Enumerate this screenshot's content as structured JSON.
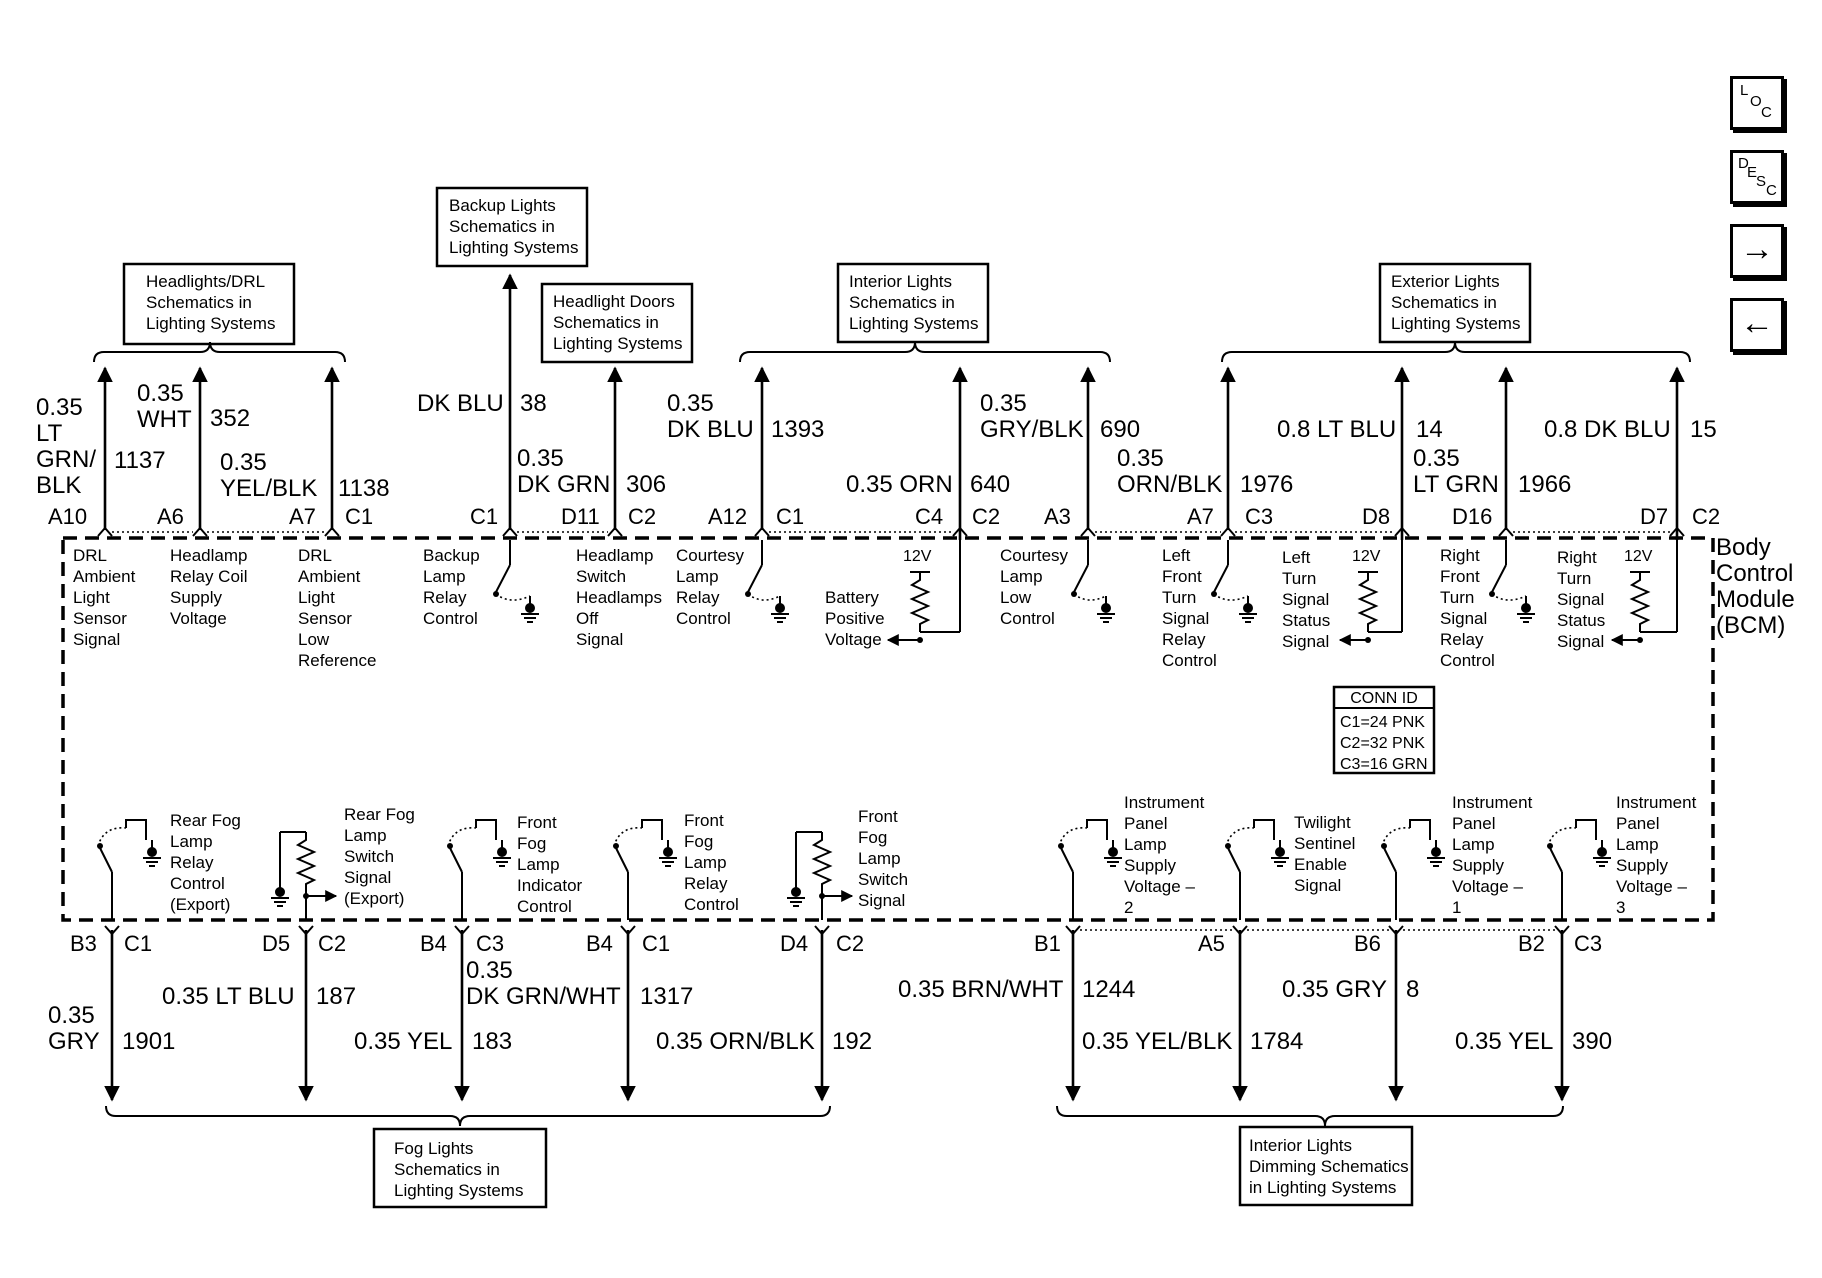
{
  "nav": {
    "loc": {
      "g1": "L",
      "g2": "O",
      "g3": "C"
    },
    "desc": {
      "g1": "D",
      "g2": "E",
      "g3": "S",
      "g4": "C"
    },
    "next_icon": "→",
    "prev_icon": "←"
  },
  "refboxes": [
    {
      "l1": "Headlights/DRL",
      "l2": "Schematics in",
      "l3": "Lighting Systems"
    },
    {
      "l1": "Backup Lights",
      "l2": "Schematics in",
      "l3": "Lighting Systems"
    },
    {
      "l1": "Headlight Doors",
      "l2": "Schematics in",
      "l3": "Lighting Systems"
    },
    {
      "l1": "Interior Lights",
      "l2": "Schematics in",
      "l3": "Lighting Systems"
    },
    {
      "l1": "Exterior Lights",
      "l2": "Schematics in",
      "l3": "Lighting Systems"
    },
    {
      "l1": "Fog Lights",
      "l2": "Schematics in",
      "l3": "Lighting Systems"
    },
    {
      "l1": "Interior Lights",
      "l2": "Dimming Schematics",
      "l3": "in Lighting Systems"
    }
  ],
  "module": {
    "l1": "Body",
    "l2": "Control",
    "l3": "Module",
    "l4": "(BCM)"
  },
  "conn_id": {
    "title": "CONN ID",
    "c1": "C1=24 PNK",
    "c2": "C2=32 PNK",
    "c3": "C3=16 GRN"
  },
  "twelve_v": "12V",
  "top_wires": [
    {
      "size": "0.35",
      "c1": "LT",
      "c2": "GRN/",
      "c3": "BLK",
      "circuit": "1137",
      "pin": "A10"
    },
    {
      "size": "0.35",
      "color": "WHT",
      "circuit": "352",
      "pin": "A6"
    },
    {
      "size": "0.35",
      "color": "YEL/BLK",
      "circuit": "1138",
      "pin": "A7",
      "conn": "C1"
    },
    {
      "label": "DK BLU",
      "circuit": "38",
      "pin": "C1"
    },
    {
      "size": "0.35",
      "color": "DK GRN",
      "circuit": "306",
      "pin": "D11",
      "conn": "C2"
    },
    {
      "size": "0.35",
      "color": "DK BLU",
      "circuit": "1393",
      "pin": "A12",
      "conn": "C1"
    },
    {
      "label": "0.35 ORN",
      "circuit": "640",
      "pin": "C4",
      "conn": "C2"
    },
    {
      "size": "0.35",
      "color": "GRY/BLK",
      "circuit": "690",
      "pin": "A3"
    },
    {
      "size": "0.35",
      "color": "ORN/BLK",
      "circuit": "1976",
      "pin": "A7",
      "conn": "C3"
    },
    {
      "label": "0.8 LT BLU",
      "circuit": "14",
      "pin": "D8"
    },
    {
      "size": "0.35",
      "color": "LT GRN",
      "circuit": "1966",
      "pin": "D16"
    },
    {
      "label": "0.8 DK BLU",
      "circuit": "15",
      "pin": "D7",
      "conn": "C2"
    }
  ],
  "top_funcs": [
    [
      "DRL",
      "Ambient",
      "Light",
      "Sensor",
      "Signal"
    ],
    [
      "Headlamp",
      "Relay Coil",
      "Supply",
      "Voltage"
    ],
    [
      "DRL",
      "Ambient",
      "Light",
      "Sensor",
      "Low",
      "Reference"
    ],
    [
      "Backup",
      "Lamp",
      "Relay",
      "Control"
    ],
    [
      "Headlamp",
      "Switch",
      "Headlamps",
      "Off",
      "Signal"
    ],
    [
      "Courtesy",
      "Lamp",
      "Relay",
      "Control"
    ],
    [
      "Battery",
      "Positive",
      "Voltage"
    ],
    [
      "Courtesy",
      "Lamp",
      "Low",
      "Control"
    ],
    [
      "Left",
      "Front",
      "Turn",
      "Signal",
      "Relay",
      "Control"
    ],
    [
      "Left",
      "Turn",
      "Signal",
      "Status",
      "Signal"
    ],
    [
      "Right",
      "Front",
      "Turn",
      "Signal",
      "Relay",
      "Control"
    ],
    [
      "Right",
      "Turn",
      "Signal",
      "Status",
      "Signal"
    ]
  ],
  "bottom_funcs": [
    [
      "Rear Fog",
      "Lamp",
      "Relay",
      "Control",
      "(Export)"
    ],
    [
      "Rear Fog",
      "Lamp",
      "Switch",
      "Signal",
      "(Export)"
    ],
    [
      "Front",
      "Fog",
      "Lamp",
      "Indicator",
      "Control"
    ],
    [
      "Front",
      "Fog",
      "Lamp",
      "Relay",
      "Control"
    ],
    [
      "Front",
      "Fog",
      "Lamp",
      "Switch",
      "Signal"
    ],
    [
      "Instrument",
      "Panel",
      "Lamp",
      "Supply",
      "Voltage –",
      "2"
    ],
    [
      "Twilight",
      "Sentinel",
      "Enable",
      "Signal"
    ],
    [
      "Instrument",
      "Panel",
      "Lamp",
      "Supply",
      "Voltage –",
      "1"
    ],
    [
      "Instrument",
      "Panel",
      "Lamp",
      "Supply",
      "Voltage –",
      "3"
    ]
  ],
  "bottom_wires": [
    {
      "pin": "B3",
      "conn": "C1",
      "size": "0.35",
      "color": "GRY",
      "circuit": "1901"
    },
    {
      "pin": "D5",
      "conn": "C2",
      "label": "0.35 LT BLU",
      "circuit": "187"
    },
    {
      "pin": "B4",
      "conn": "C3",
      "label": "0.35 YEL",
      "circuit": "183"
    },
    {
      "pin": "B4",
      "conn": "C1",
      "size": "0.35",
      "color": "DK GRN/WHT",
      "circuit": "1317"
    },
    {
      "pin": "D4",
      "conn": "C2",
      "label": "0.35 ORN/BLK",
      "circuit": "192"
    },
    {
      "pin": "B1",
      "label": "0.35 BRN/WHT",
      "circuit": "1244"
    },
    {
      "pin": "A5",
      "label": "0.35 YEL/BLK",
      "circuit": "1784"
    },
    {
      "pin": "B6",
      "label": "0.35 GRY",
      "circuit": "8"
    },
    {
      "pin": "B2",
      "conn": "C3",
      "label": "0.35 YEL",
      "circuit": "390"
    }
  ]
}
